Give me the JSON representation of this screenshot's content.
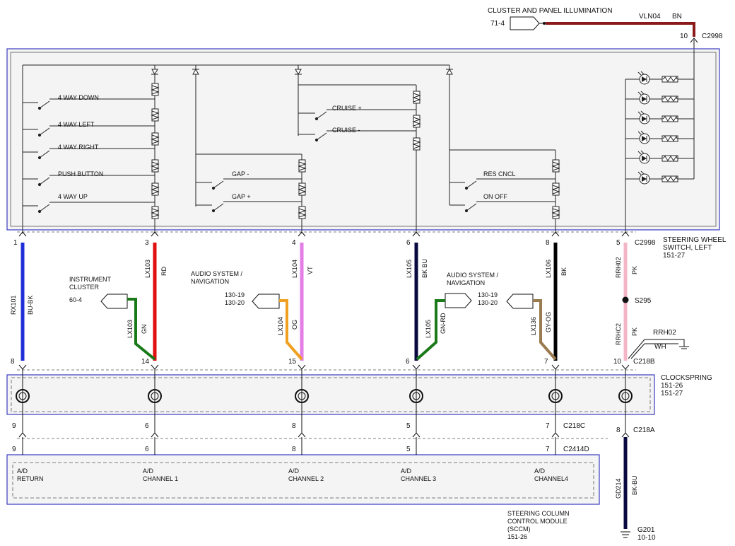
{
  "top": {
    "title": "CLUSTER AND PANEL ILLUMINATION",
    "ref": "71-4",
    "circuit": "VLN04",
    "color": "BN",
    "pin": "10",
    "connector": "C2998"
  },
  "switch_labels": {
    "way_down": "4 WAY DOWN",
    "way_left": "4 WAY LEFT",
    "way_right": "4 WAY RIGHT",
    "push": "PUSH BUTTON",
    "way_up": "4 WAY UP",
    "cruise_plus": "CRUISE +",
    "cruise_minus": "CRUISE -",
    "gap_minus": "GAP -",
    "gap_plus": "GAP +",
    "res_cncl": "RES CNCL",
    "on_off": "ON OFF"
  },
  "module_sw": {
    "name": "STEERING WHEEL SWITCH, LEFT",
    "line1": "STEERING WHEEL",
    "line2": "SWITCH, LEFT",
    "ref": "151-27"
  },
  "clockspring": {
    "name": "CLOCKSPRING",
    "ref1": "151-26",
    "ref2": "151-27"
  },
  "sccm": {
    "line1": "STEERING COLUMN",
    "line2": "CONTROL MODULE",
    "line3": "(SCCM)",
    "ref": "151-26"
  },
  "connectors": {
    "c2998": "C2998",
    "c218b": "C218B",
    "c218c": "C218C",
    "c2414d": "C2414D",
    "c218a": "C218A",
    "s295": "S295",
    "g201": "G201",
    "g201_ref": "10-10"
  },
  "wires": [
    {
      "circuit": "RX101",
      "color": "BU-BK",
      "top_pin": "1",
      "bottom_pin": "8",
      "hex": "#1f2fd6"
    },
    {
      "circuit": "LX103",
      "color": "RD",
      "top_pin": "3",
      "bottom_pin": "14",
      "hex": "#e01010"
    },
    {
      "circuit": "LX104",
      "color": "VT",
      "top_pin": "4",
      "bottom_pin": "15",
      "hex": "#e27ee6"
    },
    {
      "circuit": "LX105",
      "color": "BK BU",
      "top_pin": "6",
      "bottom_pin": "6",
      "hex": "#0a0a40"
    },
    {
      "circuit": "LX106",
      "color": "BK",
      "top_pin": "8",
      "bottom_pin": "7",
      "hex": "#000000"
    },
    {
      "circuit": "RRH02",
      "color": "PK",
      "top_pin": "5",
      "bottom_pin": "10",
      "hex": "#f3b6c6"
    }
  ],
  "branches": {
    "ic_title1": "INSTRUMENT",
    "ic_title2": "CLUSTER",
    "ic_ref": "60-4",
    "ic_circuit": "LX103",
    "ic_color": "GN",
    "audio_title1": "AUDIO SYSTEM /",
    "audio_title2": "NAVIGATION",
    "audio_ref1": "130-19",
    "audio_ref2": "130-20",
    "a1_circuit": "LX104",
    "a1_color": "OG",
    "a2_circuit": "LX105",
    "a2_color": "GN-RD",
    "a3_circuit": "LX136",
    "a3_color": "GY-OG",
    "pk_circuit": "RRHC2",
    "pk_color": "PK",
    "wh_circuit": "RRH02",
    "wh_color": "WH"
  },
  "clock_pins": [
    "9",
    "6",
    "8",
    "5",
    "7"
  ],
  "sccm_pins": [
    "9",
    "6",
    "8",
    "5",
    "7"
  ],
  "ad": [
    {
      "l1": "A/D",
      "l2": "RETURN"
    },
    {
      "l1": "A/D",
      "l2": "CHANNEL 1"
    },
    {
      "l1": "A/D",
      "l2": "CHANNEL 2"
    },
    {
      "l1": "A/D",
      "l2": "CHANNEL 3"
    },
    {
      "l1": "A/D",
      "l2": "CHANNEL4"
    }
  ],
  "ground": {
    "pin": "8",
    "circuit": "GD214",
    "color": "BK-BU"
  }
}
